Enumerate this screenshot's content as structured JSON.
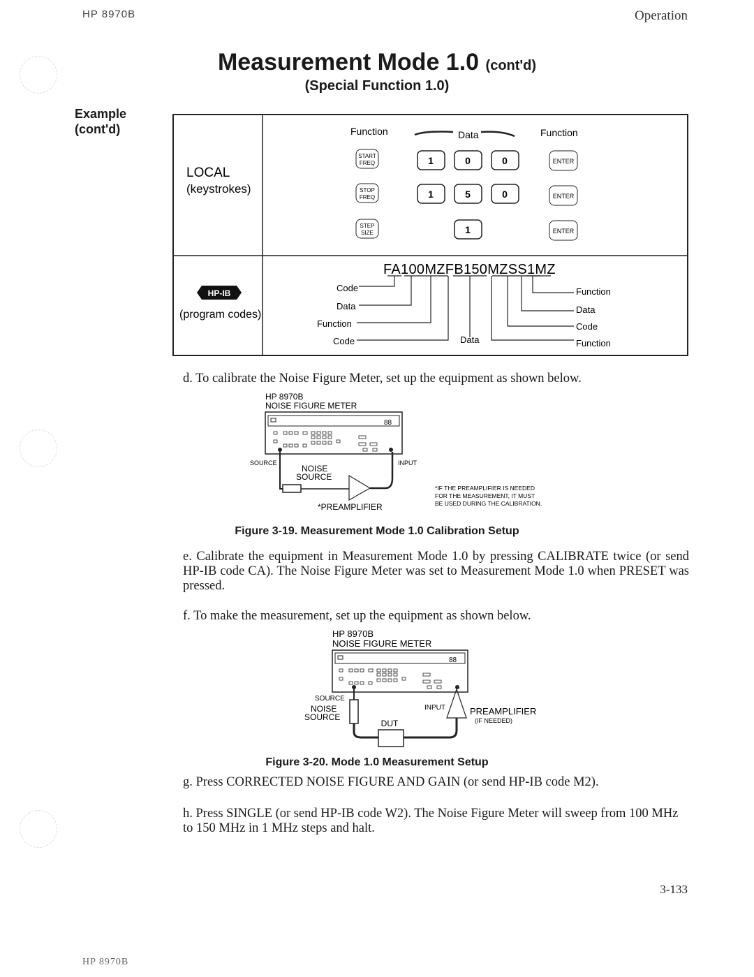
{
  "header": {
    "left": "HP 8970B",
    "right": "Operation"
  },
  "title": {
    "main": "Measurement Mode 1.0",
    "suffix": "(cont'd)",
    "sub": "(Special Function 1.0)"
  },
  "side": {
    "line1": "Example",
    "line2": "(cont'd)"
  },
  "table": {
    "local_label": "LOCAL",
    "local_sub": "(keystrokes)",
    "hpib_logo": "HP-IB",
    "hpib_sub": "(program codes)",
    "col_function_left": "Function",
    "col_data": "Data",
    "col_function_right": "Function",
    "rows": [
      {
        "fn": [
          "START",
          "FREQ"
        ],
        "data": [
          "1",
          "0",
          "0"
        ],
        "enter": "ENTER"
      },
      {
        "fn": [
          "STOP",
          "FREQ"
        ],
        "data": [
          "1",
          "5",
          "0"
        ],
        "enter": "ENTER"
      },
      {
        "fn": [
          "STEP",
          "SIZE"
        ],
        "data": [
          "1"
        ],
        "enter": "ENTER"
      }
    ],
    "code_string": "FA100MZFB150MZSS1MZ",
    "left_labels": [
      "Code",
      "Data",
      "Function",
      "Code"
    ],
    "mid_label": "Data",
    "right_labels": [
      "Function",
      "Data",
      "Code",
      "Function"
    ]
  },
  "step_d": "d. To calibrate the Noise Figure Meter, set up the equipment as shown below.",
  "fig19": {
    "meter_line1": "HP 8970B",
    "meter_line2": "NOISE FIGURE METER",
    "display": "88",
    "source": "SOURCE",
    "input": "INPUT",
    "noise_source": "NOISE\nSOURCE",
    "preamp": "*PREAMPLIFIER",
    "note": [
      "*IF THE PREAMPLIFIER IS NEEDED",
      "FOR THE MEASUREMENT, IT MUST",
      "BE USED DURING THE CALIBRATION."
    ],
    "caption": "Figure 3-19. Measurement Mode 1.0 Calibration Setup"
  },
  "step_e": "e. Calibrate the equipment in Measurement Mode 1.0 by pressing CALIBRATE twice (or send HP-IB code CA). The Noise Figure Meter was set to Measurement Mode 1.0 when PRESET was pressed.",
  "step_f": "f. To make the measurement, set up the equipment as shown below.",
  "fig20": {
    "meter_line1": "HP 8970B",
    "meter_line2": "NOISE FIGURE METER",
    "display": "88",
    "source": "SOURCE",
    "input": "INPUT",
    "noise_source": "NOISE\nSOURCE",
    "dut": "DUT",
    "preamp": "PREAMPLIFIER",
    "preamp_note": "(IF NEEDED)",
    "caption": "Figure 3-20. Mode 1.0 Measurement Setup"
  },
  "step_g": "g. Press CORRECTED NOISE FIGURE AND GAIN (or send HP-IB code M2).",
  "step_h": "h. Press SINGLE (or send HP-IB code W2). The Noise Figure Meter will sweep from 100 MHz to 150 MHz in 1 MHz steps and halt.",
  "page_number": "3-133",
  "footer": "HP 8970B"
}
